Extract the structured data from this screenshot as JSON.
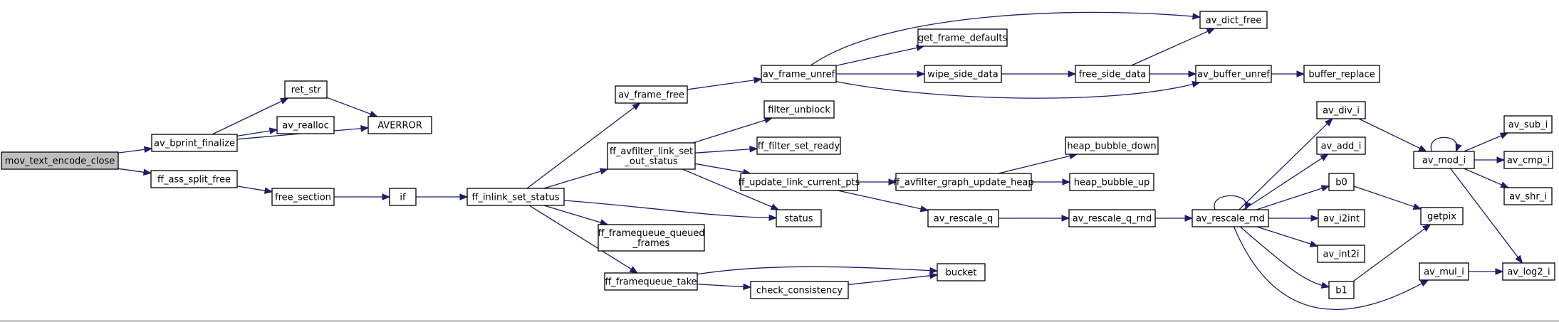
{
  "graph": {
    "root": "mov_text_encode_close",
    "nodes": [
      {
        "id": "mov_text_encode_close",
        "label": [
          "mov_text_encode_close"
        ],
        "root": true
      },
      {
        "id": "av_bprint_finalize",
        "label": [
          "av_bprint_finalize"
        ]
      },
      {
        "id": "ret_str",
        "label": [
          "ret_str"
        ]
      },
      {
        "id": "av_realloc",
        "label": [
          "av_realloc"
        ]
      },
      {
        "id": "AVERROR",
        "label": [
          "AVERROR"
        ]
      },
      {
        "id": "ff_ass_split_free",
        "label": [
          "ff_ass_split_free"
        ]
      },
      {
        "id": "free_section",
        "label": [
          "free_section"
        ]
      },
      {
        "id": "if",
        "label": [
          "if"
        ]
      },
      {
        "id": "ff_inlink_set_status",
        "label": [
          "ff_inlink_set_status"
        ]
      },
      {
        "id": "av_frame_free",
        "label": [
          "av_frame_free"
        ]
      },
      {
        "id": "ff_avfilter_link_set_out_status",
        "label": [
          "ff_avfilter_link_set",
          "_out_status"
        ]
      },
      {
        "id": "ff_framequeue_queued_frames",
        "label": [
          "ff_framequeue_queued",
          "_frames"
        ]
      },
      {
        "id": "ff_framequeue_take",
        "label": [
          "ff_framequeue_take"
        ]
      },
      {
        "id": "av_frame_unref",
        "label": [
          "av_frame_unref"
        ]
      },
      {
        "id": "filter_unblock",
        "label": [
          "filter_unblock"
        ]
      },
      {
        "id": "ff_filter_set_ready",
        "label": [
          "ff_filter_set_ready"
        ]
      },
      {
        "id": "ff_update_link_current_pts",
        "label": [
          "ff_update_link_current_pts"
        ]
      },
      {
        "id": "status",
        "label": [
          "status"
        ]
      },
      {
        "id": "check_consistency",
        "label": [
          "check_consistency"
        ]
      },
      {
        "id": "bucket",
        "label": [
          "bucket"
        ]
      },
      {
        "id": "get_frame_defaults",
        "label": [
          "get_frame_defaults"
        ]
      },
      {
        "id": "wipe_side_data",
        "label": [
          "wipe_side_data"
        ]
      },
      {
        "id": "free_side_data",
        "label": [
          "free_side_data"
        ]
      },
      {
        "id": "av_dict_free",
        "label": [
          "av_dict_free"
        ]
      },
      {
        "id": "av_buffer_unref",
        "label": [
          "av_buffer_unref"
        ]
      },
      {
        "id": "buffer_replace",
        "label": [
          "buffer_replace"
        ]
      },
      {
        "id": "ff_avfilter_graph_update_heap",
        "label": [
          "ff_avfilter_graph_update_heap"
        ]
      },
      {
        "id": "heap_bubble_down",
        "label": [
          "heap_bubble_down"
        ]
      },
      {
        "id": "heap_bubble_up",
        "label": [
          "heap_bubble_up"
        ]
      },
      {
        "id": "av_rescale_q",
        "label": [
          "av_rescale_q"
        ]
      },
      {
        "id": "av_rescale_q_rnd",
        "label": [
          "av_rescale_q_rnd"
        ]
      },
      {
        "id": "av_rescale_rnd",
        "label": [
          "av_rescale_rnd"
        ]
      },
      {
        "id": "av_div_i",
        "label": [
          "av_div_i"
        ]
      },
      {
        "id": "av_add_i",
        "label": [
          "av_add_i"
        ]
      },
      {
        "id": "b0",
        "label": [
          "b0"
        ]
      },
      {
        "id": "av_i2int",
        "label": [
          "av_i2int"
        ]
      },
      {
        "id": "av_int2i",
        "label": [
          "av_int2i"
        ]
      },
      {
        "id": "b1",
        "label": [
          "b1"
        ]
      },
      {
        "id": "av_mul_i",
        "label": [
          "av_mul_i"
        ]
      },
      {
        "id": "av_mod_i",
        "label": [
          "av_mod_i"
        ]
      },
      {
        "id": "getpix",
        "label": [
          "getpix"
        ]
      },
      {
        "id": "av_sub_i",
        "label": [
          "av_sub_i"
        ]
      },
      {
        "id": "av_cmp_i",
        "label": [
          "av_cmp_i"
        ]
      },
      {
        "id": "av_shr_i",
        "label": [
          "av_shr_i"
        ]
      },
      {
        "id": "av_log2_i",
        "label": [
          "av_log2_i"
        ]
      }
    ],
    "edges": [
      [
        "mov_text_encode_close",
        "av_bprint_finalize"
      ],
      [
        "mov_text_encode_close",
        "ff_ass_split_free"
      ],
      [
        "av_bprint_finalize",
        "ret_str"
      ],
      [
        "av_bprint_finalize",
        "av_realloc"
      ],
      [
        "av_bprint_finalize",
        "AVERROR"
      ],
      [
        "ret_str",
        "AVERROR"
      ],
      [
        "ff_ass_split_free",
        "free_section"
      ],
      [
        "free_section",
        "if"
      ],
      [
        "if",
        "ff_inlink_set_status"
      ],
      [
        "ff_inlink_set_status",
        "av_frame_free"
      ],
      [
        "ff_inlink_set_status",
        "ff_avfilter_link_set_out_status"
      ],
      [
        "ff_inlink_set_status",
        "status"
      ],
      [
        "ff_inlink_set_status",
        "ff_framequeue_queued_frames"
      ],
      [
        "ff_inlink_set_status",
        "ff_framequeue_take"
      ],
      [
        "av_frame_free",
        "av_frame_unref"
      ],
      [
        "av_frame_unref",
        "av_dict_free"
      ],
      [
        "av_frame_unref",
        "get_frame_defaults"
      ],
      [
        "av_frame_unref",
        "wipe_side_data"
      ],
      [
        "av_frame_unref",
        "av_buffer_unref"
      ],
      [
        "wipe_side_data",
        "free_side_data"
      ],
      [
        "free_side_data",
        "av_dict_free"
      ],
      [
        "free_side_data",
        "av_buffer_unref"
      ],
      [
        "av_buffer_unref",
        "buffer_replace"
      ],
      [
        "ff_avfilter_link_set_out_status",
        "filter_unblock"
      ],
      [
        "ff_avfilter_link_set_out_status",
        "ff_filter_set_ready"
      ],
      [
        "ff_avfilter_link_set_out_status",
        "ff_update_link_current_pts"
      ],
      [
        "ff_avfilter_link_set_out_status",
        "status"
      ],
      [
        "ff_update_link_current_pts",
        "ff_avfilter_graph_update_heap"
      ],
      [
        "ff_update_link_current_pts",
        "av_rescale_q"
      ],
      [
        "ff_avfilter_graph_update_heap",
        "heap_bubble_down"
      ],
      [
        "ff_avfilter_graph_update_heap",
        "heap_bubble_up"
      ],
      [
        "av_rescale_q",
        "av_rescale_q_rnd"
      ],
      [
        "av_rescale_q_rnd",
        "av_rescale_rnd"
      ],
      [
        "av_rescale_rnd",
        "av_rescale_rnd"
      ],
      [
        "av_rescale_rnd",
        "av_div_i"
      ],
      [
        "av_rescale_rnd",
        "av_add_i"
      ],
      [
        "av_rescale_rnd",
        "b0"
      ],
      [
        "av_rescale_rnd",
        "av_i2int"
      ],
      [
        "av_rescale_rnd",
        "av_int2i"
      ],
      [
        "av_rescale_rnd",
        "b1"
      ],
      [
        "av_rescale_rnd",
        "av_mul_i"
      ],
      [
        "av_div_i",
        "av_mod_i"
      ],
      [
        "av_mod_i",
        "av_mod_i"
      ],
      [
        "av_mod_i",
        "av_sub_i"
      ],
      [
        "av_mod_i",
        "av_cmp_i"
      ],
      [
        "av_mod_i",
        "av_shr_i"
      ],
      [
        "av_mod_i",
        "av_log2_i"
      ],
      [
        "av_mul_i",
        "av_log2_i"
      ],
      [
        "b0",
        "getpix"
      ],
      [
        "b1",
        "getpix"
      ],
      [
        "ff_framequeue_take",
        "bucket"
      ],
      [
        "ff_framequeue_take",
        "check_consistency"
      ],
      [
        "check_consistency",
        "bucket"
      ]
    ]
  }
}
